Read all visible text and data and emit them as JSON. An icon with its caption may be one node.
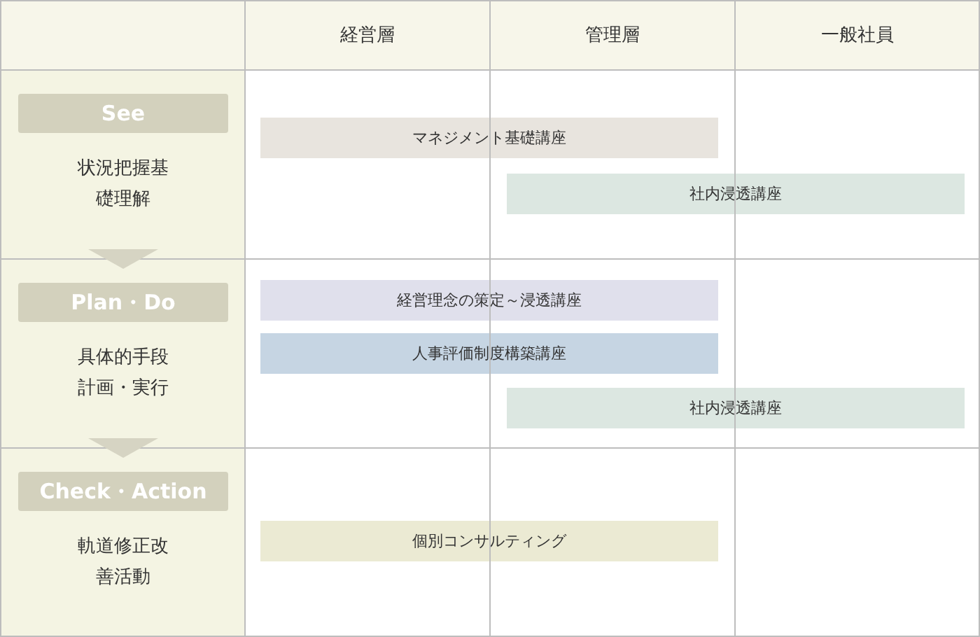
{
  "diagram": {
    "nodes": [
      {
        "text": [
          "See",
          "状況把握基礎理解"
        ]
      },
      {
        "text": [
          "Plan・Do",
          "具体的手段計画・実行"
        ]
      },
      {
        "text": [
          "Check・Action",
          "軌道修正改善活動"
        ]
      },
      {
        "text": [
          "マネジメント基礎講座"
        ]
      },
      {
        "text": [
          "社内浸透講座"
        ]
      },
      {
        "text": [
          "経営理念の策定～浸透講座"
        ]
      },
      {
        "text": [
          "人事評価制度構築講座"
        ]
      },
      {
        "text": [
          "社内浸透講座"
        ]
      },
      {
        "text": [
          "個別コンサルティング"
        ]
      }
    ],
    "edges": [
      {
        "from": 0,
        "to": 1,
        "arrow": "to"
      },
      {
        "from": 1,
        "to": 2,
        "arrow": "to"
      }
    ],
    "labels": [
      "経営層",
      "管理層",
      "一般社員"
    ]
  }
}
